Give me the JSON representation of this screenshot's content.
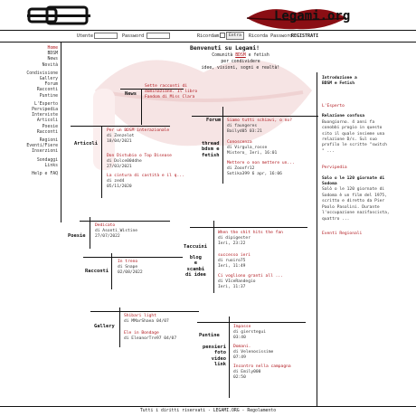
{
  "header": {
    "site_title": "Legami.org"
  },
  "login": {
    "user_label": "Utente",
    "password_label": "Password",
    "remember_label": "Ricordami",
    "enter_button": "Entra",
    "forgot_link": "Ricorda Password",
    "register_link": "REGISTRATI"
  },
  "nav": [
    "Home",
    "BDSM",
    "News",
    "Novità",
    "",
    "Condivisione",
    "Gallery",
    "Forum",
    "Racconti",
    "Puntine",
    "",
    "L'Esperto",
    "Pervipedia",
    "Interviste",
    "Articoli",
    "Poesie",
    "Racconti",
    "",
    "Regioni",
    "Eventi/Fiere",
    "Inserzioni",
    "",
    "Sondaggi",
    "Links",
    "",
    "Help e FAQ"
  ],
  "welcome": {
    "title": "Benvenuti su Legami!",
    "line1_pre": "Comunità ",
    "line1_link": "BDSM",
    "line1_post": " e fetish",
    "line2": "per condividere",
    "line3": "idee, visioni, sogni e realtà!"
  },
  "sections": {
    "news": "News",
    "forum": "Forum",
    "articoli": "Articoli",
    "thread": [
      "thread",
      "bdsm e",
      "fetish"
    ],
    "poesie": "Poesie",
    "taccuini": "Taccuini",
    "blog": [
      "blog",
      "e",
      "scambi",
      "di idee"
    ],
    "racconti": "Racconti",
    "gallery": "Gallery",
    "puntine": "Puntine",
    "pensieri": [
      "pensieri",
      "foto",
      "video",
      "link"
    ]
  },
  "news_items": [
    {
      "title": "Sette racconti di",
      "l2": "dominazione. Il libro",
      "l3": "Fandom di Miss Clara"
    }
  ],
  "forum_items": [
    {
      "title": "Siamo tutti schiavi, o no?",
      "by": "di faungeres",
      "date": "Bailyd05 03:21"
    },
    {
      "title": "Conoscenza",
      "by": "di Virgula_rosse",
      "date": "Mistero_ Ieri, 16:01"
    },
    {
      "title": "Mettere o non mettere un...",
      "by": "di Zooxfr12",
      "date": "Sotika399 6 apr, 16:06"
    }
  ],
  "articoli_items": [
    {
      "title": "Per un BDSM interazionale",
      "by": "di Zenzelot",
      "date": "18/04/2021"
    },
    {
      "title": "Don Distubio o Top Disease",
      "by": "di Dolce00ddhe",
      "date": "27/03/2021"
    },
    {
      "title": "La cintura di castità e il q...",
      "by": "di zed4",
      "date": "05/11/2020"
    }
  ],
  "poesie_items": [
    {
      "title": "Dedicato",
      "by": "di Asonti_Wistine",
      "date": "27/07/2022"
    }
  ],
  "taccuini_items": [
    {
      "title": "When the shit hits the fan",
      "by": "di dipigester",
      "date": "Ieri, 23:22"
    },
    {
      "title": "successo ieri",
      "by": "di ruoiro75",
      "date": "Ieri, 11:49"
    },
    {
      "title": "Ci vogliono granti all ...",
      "by": "di VIceRandegio",
      "date": "Ieri, 11:37"
    }
  ],
  "racconti_items": [
    {
      "title": "In treno",
      "by": "di Snape",
      "date": "02/08/2022"
    }
  ],
  "gallery_items": [
    {
      "title": "Shibari light",
      "by": "di MMarShaea 04/07"
    },
    {
      "title": "Ele in Bondage",
      "by": "di EleanorTre97 04/07"
    }
  ],
  "puntine_items": [
    {
      "title": "Impasse",
      "by": "di gierstegui",
      "date": "03:40"
    },
    {
      "title": "Domani.",
      "by": "di Velenosissime",
      "date": "07:49"
    },
    {
      "title": "Incontro nella campagna",
      "by": "di Emily000",
      "date": "02:50"
    }
  ],
  "right": {
    "intro_title": "Introduzione a",
    "intro_title2": "BDSM e Fetish",
    "esperto_head": "L'Esperto",
    "esperto_title": "Relazione confusa",
    "esperto_body": [
      "Buongiorno. 4 anni fa",
      "conobbi progio in questo",
      "sito il quale insieme una",
      "relazione D/s. Sul suo",
      "profilo le scritte \"switch",
      "\" ..."
    ],
    "pervi_head": "Pervipedia",
    "pervi_title": "Salo o le 120 giornate di",
    "pervi_title2": "Sodoma",
    "pervi_body": [
      "Salò o le 120 giornate di",
      "Sodoma è un film del 1975,",
      "scritto e diretto da Pier",
      "Paolo Pasolini. Durante",
      "l'occupazione nazifascista,",
      "quattro ..."
    ],
    "eventi_head": "Eventi Regionali"
  },
  "footer": "Tutti i diritti riservati - LEGAMI.ORG - Regolamento",
  "colors": {
    "accent": "#b0161c",
    "ink": "#111111"
  }
}
